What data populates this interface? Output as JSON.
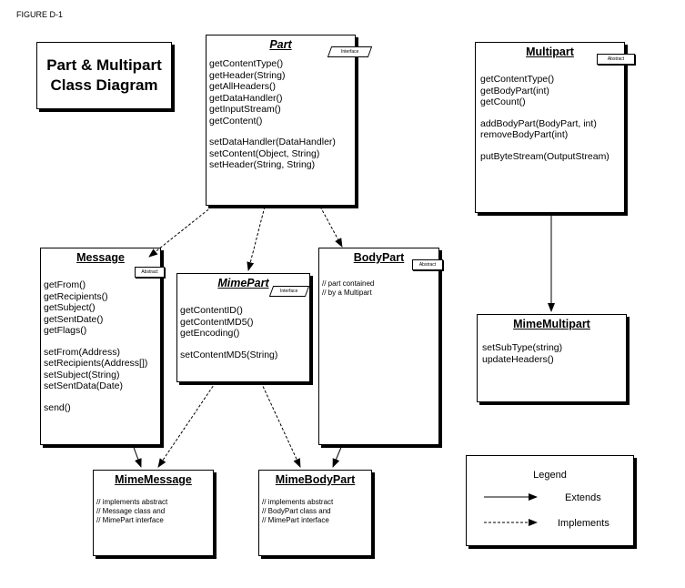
{
  "figure_label": "FIGURE D-1",
  "title": {
    "line1": "Part & Multipart",
    "line2": "Class Diagram"
  },
  "badges": {
    "interface": "Interface",
    "abstract": "Abstract"
  },
  "classes": {
    "part": {
      "name": "Part",
      "group1": [
        "getContentType()",
        "getHeader(String)",
        "getAllHeaders()",
        "getDataHandler()",
        "getInputStream()",
        "getContent()"
      ],
      "group2": [
        "setDataHandler(DataHandler)",
        "setContent(Object, String)",
        "setHeader(String, String)"
      ]
    },
    "multipart": {
      "name": "Multipart",
      "group1": [
        "getContentType()",
        "getBodyPart(int)",
        "getCount()"
      ],
      "group2": [
        "addBodyPart(BodyPart, int)",
        "removeBodyPart(int)"
      ],
      "group3": [
        "putByteStream(OutputStream)"
      ]
    },
    "message": {
      "name": "Message",
      "group1": [
        "getFrom()",
        "getRecipients()",
        "getSubject()",
        "getSentDate()",
        "getFlags()"
      ],
      "group2": [
        "setFrom(Address)",
        "setRecipients(Address[])",
        "setSubject(String)",
        "setSentData(Date)"
      ],
      "group3": [
        "send()"
      ]
    },
    "mimepart": {
      "name": "MimePart",
      "group1": [
        "getContentID()",
        "getContentMD5()",
        "getEncoding()"
      ],
      "group2": [
        "setContentMD5(String)"
      ]
    },
    "bodypart": {
      "name": "BodyPart",
      "comment": [
        "// part contained",
        "// by a Multipart"
      ]
    },
    "mimemultipart": {
      "name": "MimeMultipart",
      "group1": [
        "setSubType(string)",
        "updateHeaders()"
      ]
    },
    "mimemessage": {
      "name": "MimeMessage",
      "comment": [
        "// implements abstract",
        "// Message class and",
        "// MimePart interface"
      ]
    },
    "mimebodypart": {
      "name": "MimeBodyPart",
      "comment": [
        "// implements abstract",
        "// BodyPart class and",
        "// MimePart interface"
      ]
    }
  },
  "legend": {
    "title": "Legend",
    "extends": "Extends",
    "implements": "Implements"
  }
}
